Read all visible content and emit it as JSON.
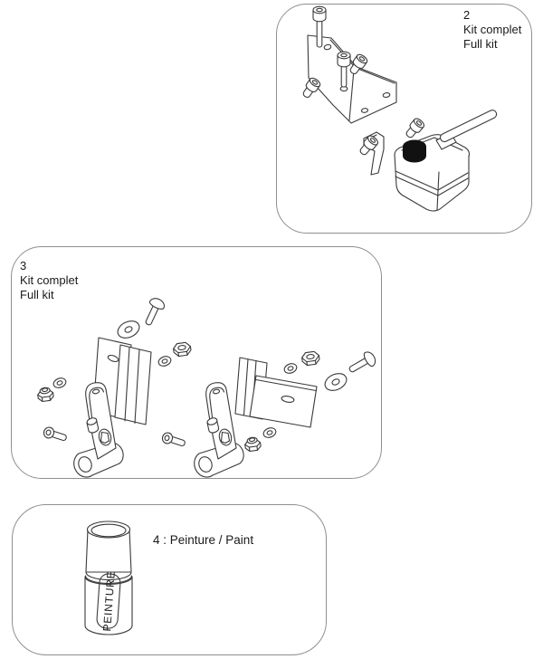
{
  "colors": {
    "background": "#ffffff",
    "panel_border": "#8f8f8f",
    "ink": "#1a1a1a",
    "line": "#3a3a3a",
    "cap_fill": "#111111"
  },
  "panels": {
    "kit2": {
      "number": "2",
      "label_fr": "Kit complet",
      "label_en": "Full kit"
    },
    "kit3": {
      "number": "3",
      "label_fr": "Kit complet",
      "label_en": "Full kit"
    },
    "paint": {
      "label": "4 : Peinture / Paint",
      "can_label": "PEINTURE"
    }
  }
}
